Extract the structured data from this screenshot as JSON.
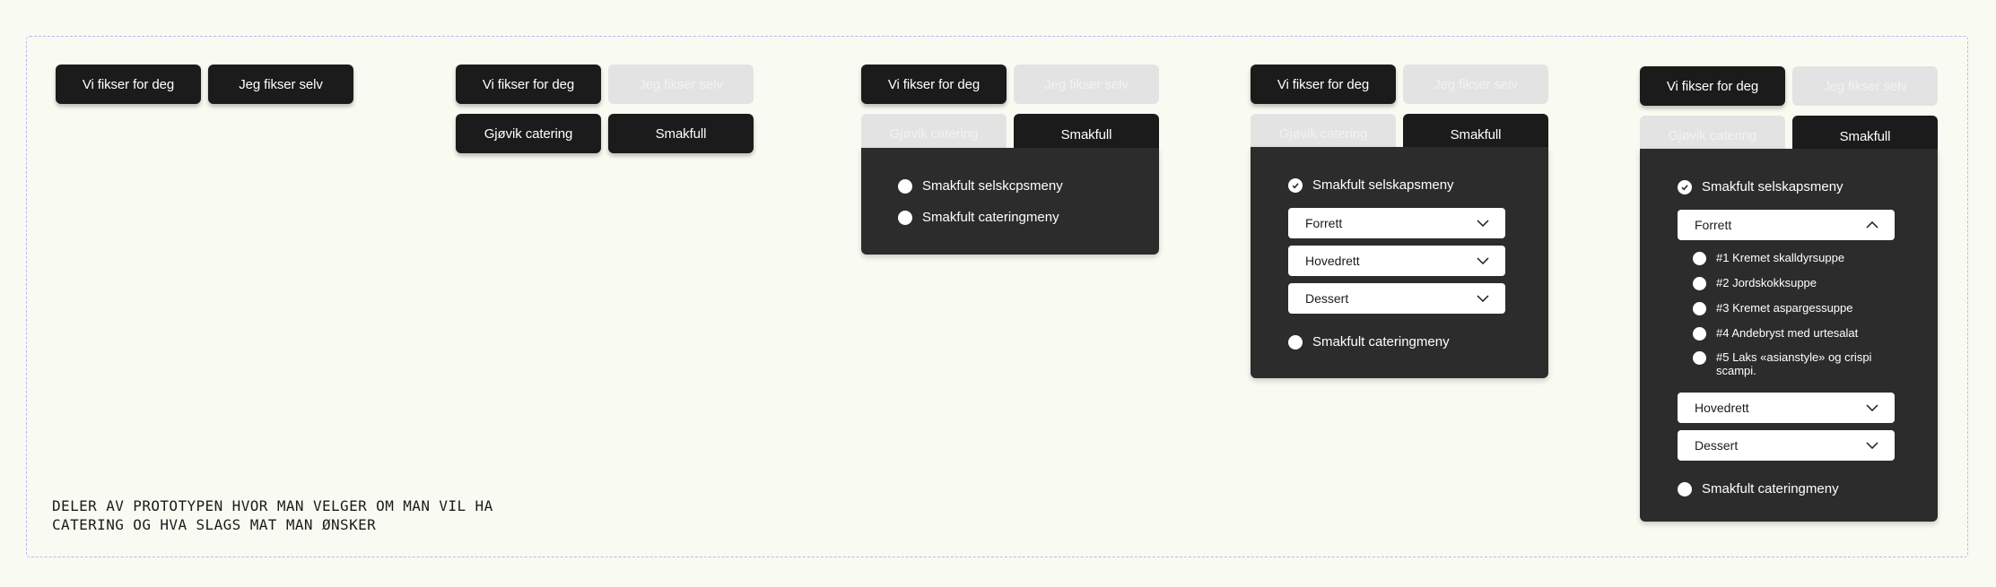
{
  "tabs": {
    "vi_fikser": "Vi fikser for deg",
    "jeg_fikser": "Jeg fikser selv"
  },
  "providers": {
    "gjovik": "Gjøvik catering",
    "smakfull": "Smakfull"
  },
  "menus": {
    "selskap_typo": "Smakfult selskcpsmeny",
    "selskap": "Smakfult selskapsmeny",
    "catering": "Smakfult cateringmeny"
  },
  "courses": {
    "forrett": "Forrett",
    "hovedrett": "Hovedrett",
    "dessert": "Dessert"
  },
  "starters": [
    "#1 Kremet skalldyrsuppe",
    "#2 Jordskokksuppe",
    "#3 Kremet aspargessuppe",
    "#4 Andebryst med urtesalat",
    "#5 Laks «asianstyle» og crispi scampi."
  ],
  "caption": "DELER AV PROTOTYPEN HVOR MAN VELGER OM MAN VIL HA CATERING OG HVA SLAGS MAT MAN ØNSKER",
  "colors": {
    "background": "#f9fbf2",
    "dark": "#1b1b1b",
    "panel": "#2c2c2c",
    "disabled": "#e3e3e3",
    "frame_border": "#b9b9f0"
  }
}
